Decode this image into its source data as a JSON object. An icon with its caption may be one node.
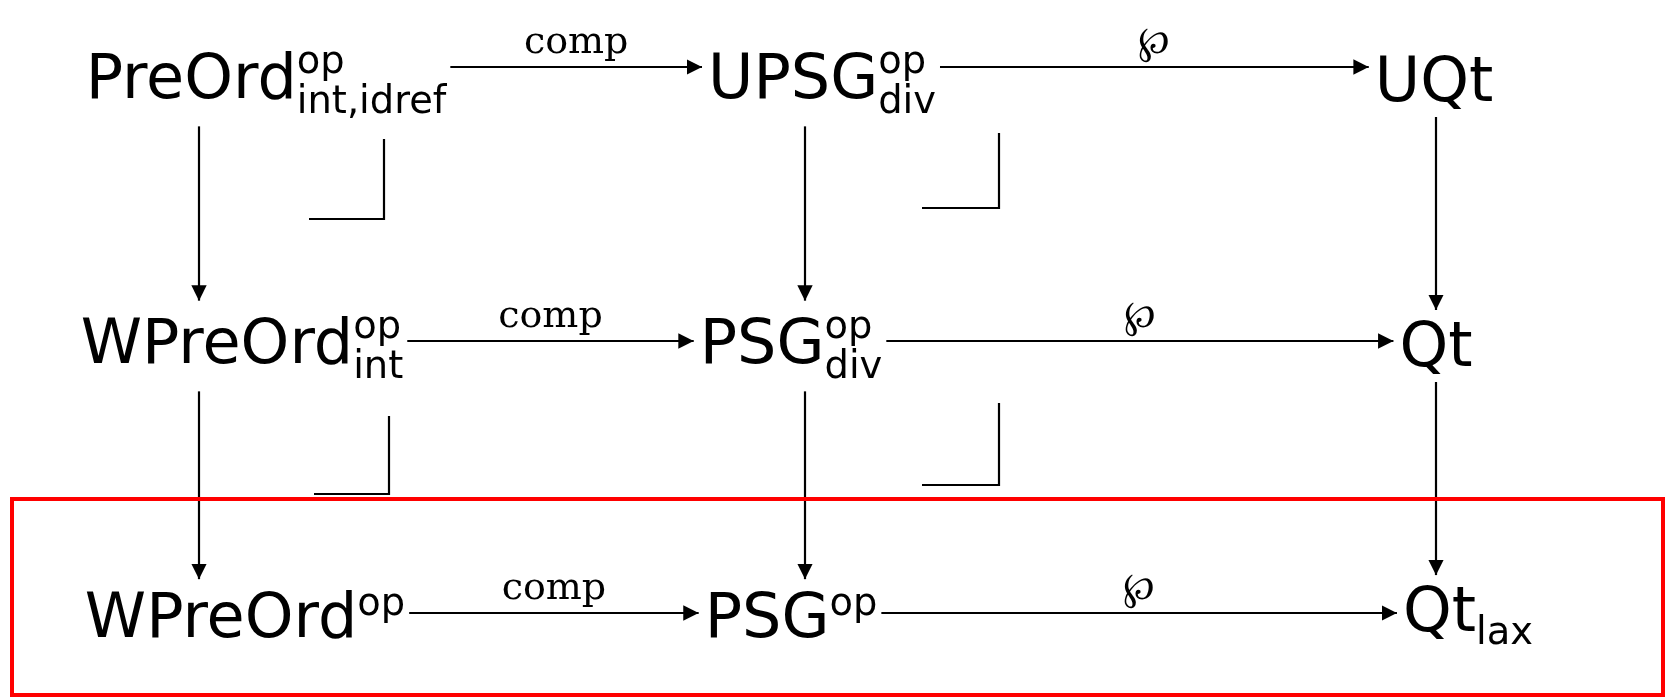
{
  "diagram": {
    "nodes": [
      {
        "text": [
          "PreOrd$^{op}$$_{int,idref}$"
        ]
      },
      {
        "text": [
          "UPSG$^{op}$$_{div}$"
        ]
      },
      {
        "text": [
          "UQt"
        ]
      },
      {
        "text": [
          "WPreOrd$^{op}$$_{int}$"
        ]
      },
      {
        "text": [
          "PSG$^{op}$$_{div}$"
        ]
      },
      {
        "text": [
          "Qt"
        ]
      },
      {
        "text": [],
        "shape": "box"
      },
      {
        "text": [
          "WPreOrd$^{op}$"
        ],
        "in": 6
      },
      {
        "text": [
          "PSG$^{op}$"
        ],
        "in": 6
      },
      {
        "text": [
          "Qt$_{lax}$"
        ],
        "in": 6
      }
    ],
    "edges": [
      {
        "from": 0,
        "to": 1,
        "arrow": "to",
        "label": "comp"
      },
      {
        "from": 1,
        "to": 2,
        "arrow": "to",
        "label": "℘"
      },
      {
        "from": 0,
        "to": 3,
        "arrow": "to"
      },
      {
        "from": 1,
        "to": 4,
        "arrow": "to"
      },
      {
        "from": 2,
        "to": 5,
        "arrow": "to"
      },
      {
        "from": 3,
        "to": 4,
        "arrow": "to",
        "label": "comp"
      },
      {
        "from": 4,
        "to": 5,
        "arrow": "to",
        "label": "℘"
      },
      {
        "from": 3,
        "to": 7,
        "arrow": "to"
      },
      {
        "from": 4,
        "to": 8,
        "arrow": "to"
      },
      {
        "from": 5,
        "to": 9,
        "arrow": "to"
      },
      {
        "from": 7,
        "to": 8,
        "arrow": "to",
        "label": "comp"
      },
      {
        "from": 8,
        "to": 9,
        "arrow": "to",
        "label": "℘"
      }
    ]
  }
}
